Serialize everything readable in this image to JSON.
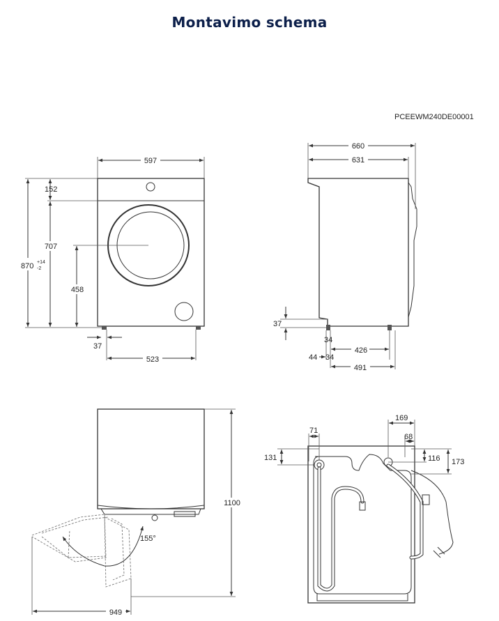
{
  "title": "Montavimo schema",
  "model_code": "PCEEWM240DE00001",
  "front_view": {
    "width": "597",
    "top_offset": "152",
    "door_center_height": "707",
    "height_main": "870",
    "height_tol_plus": "+14",
    "height_tol_minus": "-2",
    "inlet_height": "458",
    "foot_offset": "37",
    "feet_distance": "523"
  },
  "side_view": {
    "depth_total": "660",
    "depth_body": "631",
    "foot_height": "37",
    "foot_width": "34",
    "feet_distance": "426",
    "back_offset": "44",
    "front_offset": "34",
    "base_depth": "491"
  },
  "door_view": {
    "height": "1100",
    "opening_angle": "155°",
    "door_clearance": "949"
  },
  "back_view": {
    "inlet_x": "71",
    "inlet_y": "131",
    "drain_x": "169",
    "cable_x": "68",
    "drain_y": "116",
    "cable_y": "173"
  }
}
